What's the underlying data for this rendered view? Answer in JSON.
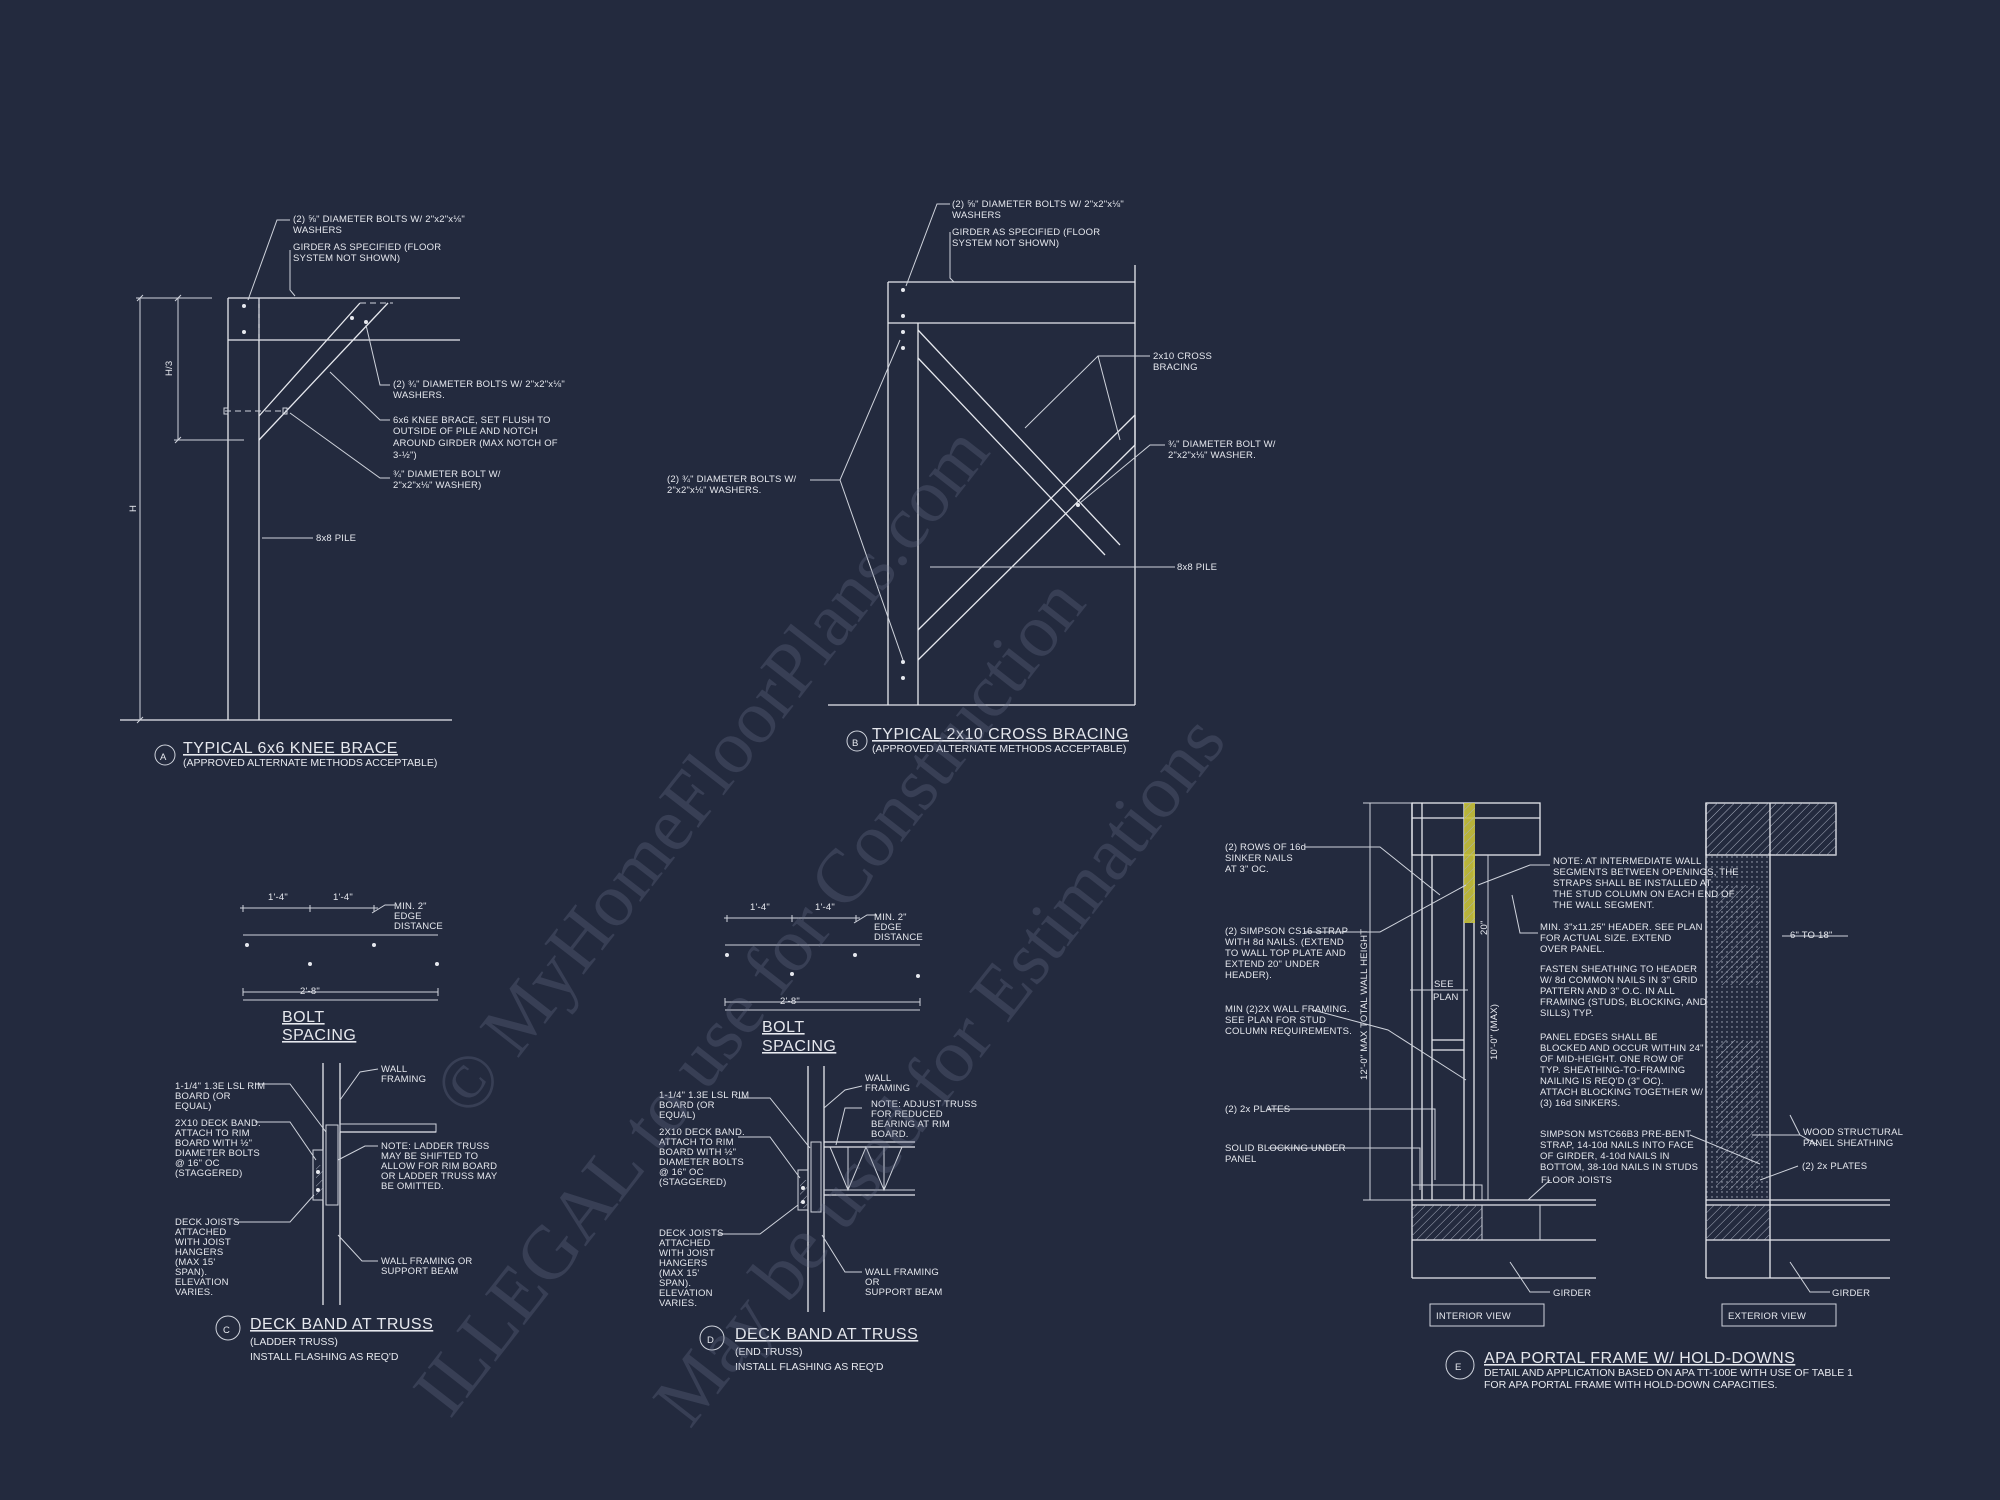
{
  "watermark": {
    "line1": "© MyHomeFloorPlans.com",
    "line2": "ILLEGAL to use for Construction",
    "line3": "May be used for Estimations"
  },
  "detail_a": {
    "tag": "A",
    "title": "TYPICAL 6x6 KNEE BRACE",
    "subtitle": "(APPROVED ALTERNATE METHODS ACCEPTABLE)",
    "dim_h3": "H/3",
    "dim_h": "H",
    "notes": [
      "(2) ⅝\" DIAMETER BOLTS W/ 2\"x2\"x⅛\"",
      "WASHERS",
      "GIRDER AS SPECIFIED (FLOOR",
      "SYSTEM NOT SHOWN)",
      "(2) ¾\" DIAMETER BOLTS W/ 2\"x2\"x⅛\"",
      "WASHERS.",
      "6x6 KNEE BRACE, SET FLUSH TO",
      "OUTSIDE OF PILE AND NOTCH",
      "AROUND GIRDER (MAX NOTCH OF",
      "3-½\")",
      "¾\" DIAMETER BOLT W/",
      "2\"x2\"x⅛\" WASHER)",
      "8x8 PILE"
    ]
  },
  "detail_b": {
    "tag": "B",
    "title": "TYPICAL 2x10 CROSS BRACING",
    "subtitle": "(APPROVED ALTERNATE METHODS ACCEPTABLE)",
    "notes": [
      "(2) ⅝\" DIAMETER BOLTS W/ 2\"x2\"x⅛\"",
      "WASHERS",
      "GIRDER AS SPECIFIED (FLOOR",
      "SYSTEM NOT SHOWN)",
      "2x10 CROSS",
      "BRACING",
      "¾\" DIAMETER BOLT W/",
      "2\"x2\"x⅛\" WASHER.",
      "(2) ¾\" DIAMETER BOLTS W/",
      "2\"x2\"x⅛\" WASHERS.",
      "8x8 PILE"
    ]
  },
  "detail_c": {
    "tag": "C",
    "title": "DECK BAND AT TRUSS",
    "subtitle1": "(LADDER TRUSS)",
    "subtitle2": "INSTALL FLASHING AS REQ'D",
    "bolt_title1": "BOLT",
    "bolt_title2": "SPACING",
    "dims": [
      "1'-4\"",
      "1'-4\"",
      "2'-8\""
    ],
    "edge": [
      "MIN. 2\"",
      "EDGE",
      "DISTANCE"
    ],
    "notes": [
      "1-1/4\" 1.3E LSL RIM",
      "BOARD (OR",
      "EQUAL)",
      "2X10 DECK BAND.",
      "ATTACH TO RIM",
      "BOARD WITH ½\"",
      "DIAMETER BOLTS",
      "@ 16\" OC",
      "(STAGGERED)",
      "DECK JOISTS",
      "ATTACHED",
      "WITH JOIST",
      "HANGERS",
      "(MAX 15'",
      "SPAN).",
      "ELEVATION",
      "VARIES.",
      "WALL",
      "FRAMING",
      "NOTE: LADDER TRUSS",
      "MAY BE SHIFTED TO",
      "ALLOW FOR RIM BOARD",
      "OR LADDER TRUSS MAY",
      "BE OMITTED.",
      "WALL FRAMING OR",
      "SUPPORT BEAM"
    ]
  },
  "detail_d": {
    "tag": "D",
    "title": "DECK BAND AT TRUSS",
    "subtitle1": "(END TRUSS)",
    "subtitle2": "INSTALL FLASHING AS REQ'D",
    "bolt_title1": "BOLT",
    "bolt_title2": "SPACING",
    "dims": [
      "1'-4\"",
      "1'-4\"",
      "2'-8\""
    ],
    "edge": [
      "MIN. 2\"",
      "EDGE",
      "DISTANCE"
    ],
    "notes": [
      "1-1/4\" 1.3E LSL RIM",
      "BOARD (OR",
      "EQUAL)",
      "2X10 DECK BAND.",
      "ATTACH TO RIM",
      "BOARD WITH ½\"",
      "DIAMETER BOLTS",
      "@ 16\" OC",
      "(STAGGERED)",
      "DECK JOISTS",
      "ATTACHED",
      "WITH JOIST",
      "HANGERS",
      "(MAX 15'",
      "SPAN).",
      "ELEVATION",
      "VARIES.",
      "WALL",
      "FRAMING",
      "NOTE: ADJUST TRUSS",
      "FOR REDUCED",
      "BEARING AT RIM",
      "BOARD.",
      "WALL FRAMING",
      "OR",
      "SUPPORT BEAM"
    ]
  },
  "detail_e": {
    "tag": "E",
    "title": "APA PORTAL FRAME W/ HOLD-DOWNS",
    "subtitle1": "DETAIL AND APPLICATION BASED ON APA TT-100E WITH USE OF TABLE 1",
    "subtitle2": "FOR APA PORTAL FRAME WITH HOLD-DOWN CAPACITIES.",
    "interior_label": "INTERIOR VIEW",
    "exterior_label": "EXTERIOR VIEW",
    "dim_height": "12'-0\" MAX TOTAL WALL HEIGHT",
    "dim_10": "10'-0\" (MAX)",
    "dim_20": "20\"",
    "see_plan": [
      "SEE",
      "PLAN"
    ],
    "dim_6_18": "6\" TO 18\"",
    "left_notes": [
      "(2) ROWS OF 16d",
      "SINKER NAILS",
      "AT 3\" OC.",
      "(2) SIMPSON CS16 STRAP",
      "WITH 8d NAILS. (EXTEND",
      "TO WALL TOP PLATE AND",
      "EXTEND 20\" UNDER",
      "HEADER).",
      "MIN (2)2X WALL FRAMING.",
      "SEE PLAN FOR STUD",
      "COLUMN REQUIREMENTS.",
      "(2) 2x PLATES",
      "SOLID BLOCKING UNDER",
      "PANEL"
    ],
    "right_notes": [
      "NOTE: AT INTERMEDIATE WALL",
      "SEGMENTS BETWEEN OPENINGS, THE",
      "STRAPS SHALL BE INSTALLED AT",
      "THE STUD COLUMN ON EACH END OF",
      "THE WALL SEGMENT.",
      "MIN. 3\"x11.25\" HEADER. SEE PLAN",
      "FOR ACTUAL SIZE. EXTEND",
      "OVER PANEL.",
      "FASTEN SHEATHING TO HEADER",
      "W/ 8d COMMON NAILS IN 3\" GRID",
      "PATTERN AND 3\" O.C. IN ALL",
      "FRAMING (STUDS, BLOCKING, AND",
      "SILLS) TYP.",
      "PANEL EDGES SHALL BE",
      "BLOCKED AND OCCUR WITHIN 24\"",
      "OF MID-HEIGHT. ONE ROW OF",
      "TYP. SHEATHING-TO-FRAMING",
      "NAILING IS REQ'D (3\" OC).",
      "ATTACH BLOCKING TOGETHER W/",
      "(3) 16d SINKERS.",
      "SIMPSON MSTC66B3 PRE-BENT",
      "STRAP, 14-10d NAILS INTO FACE",
      "OF GIRDER, 4-10d NAILS IN",
      "BOTTOM, 38-10d NAILS IN STUDS",
      "FLOOR JOISTS",
      "GIRDER",
      "WOOD STRUCTURAL",
      "PANEL SHEATHING",
      "(2) 2x PLATES",
      "GIRDER"
    ]
  }
}
